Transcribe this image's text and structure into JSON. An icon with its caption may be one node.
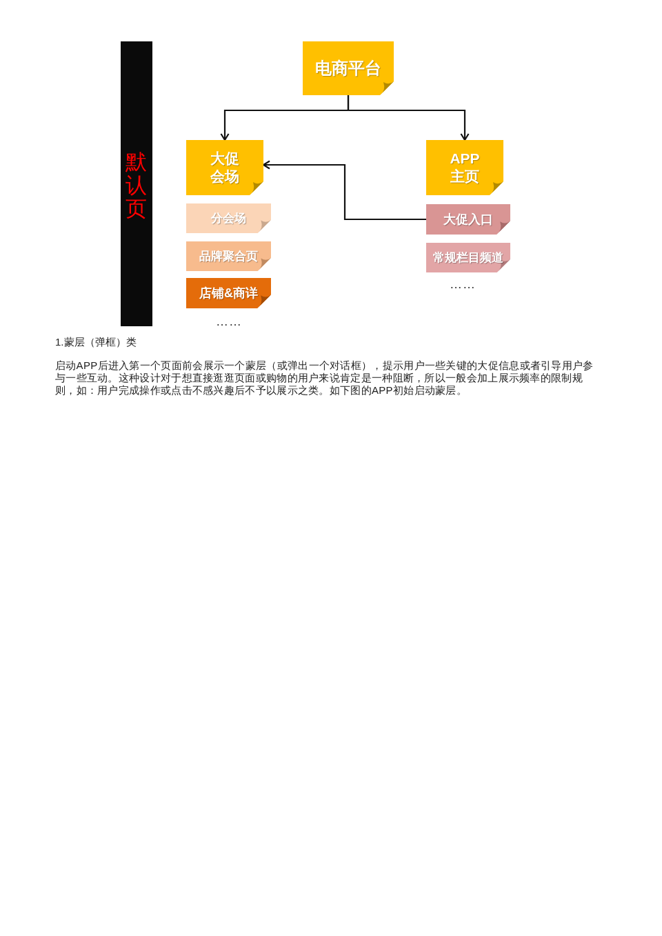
{
  "diagram": {
    "nodes": [
      {
        "text": [
          "默认页"
        ]
      },
      {
        "text": [
          "电商平台"
        ]
      },
      {
        "text": [
          "大促会场"
        ]
      },
      {
        "text": [
          "APP主页"
        ]
      },
      {
        "text": [
          "分会场"
        ]
      },
      {
        "text": [
          "品牌聚合页"
        ]
      },
      {
        "text": [
          "店铺&商详"
        ]
      },
      {
        "text": [
          "大促入口"
        ]
      },
      {
        "text": [
          "常规栏目频道"
        ]
      }
    ],
    "edges": [
      {
        "from": 1,
        "to": 2,
        "arrow": "to"
      },
      {
        "from": 1,
        "to": 3,
        "arrow": "to"
      },
      {
        "from": 7,
        "to": 2,
        "arrow": "to"
      }
    ],
    "labels": [
      "……",
      "……",
      "1.蒙层（弹框）类",
      "启动APP后进入第一个页面前会展示一个蒙层（或弹出一个对话框），提示用户一些关键的大促信息或者引导用户参与一些互动。这种设计对于想直接逛逛页面或购物的用户来说肯定是一种阻断，所以一般会加上展示频率的限制规则，如：用户完成操作或点击不感兴趣后不予以展示之类。如下图的APP初始启动蒙层。"
    ]
  }
}
